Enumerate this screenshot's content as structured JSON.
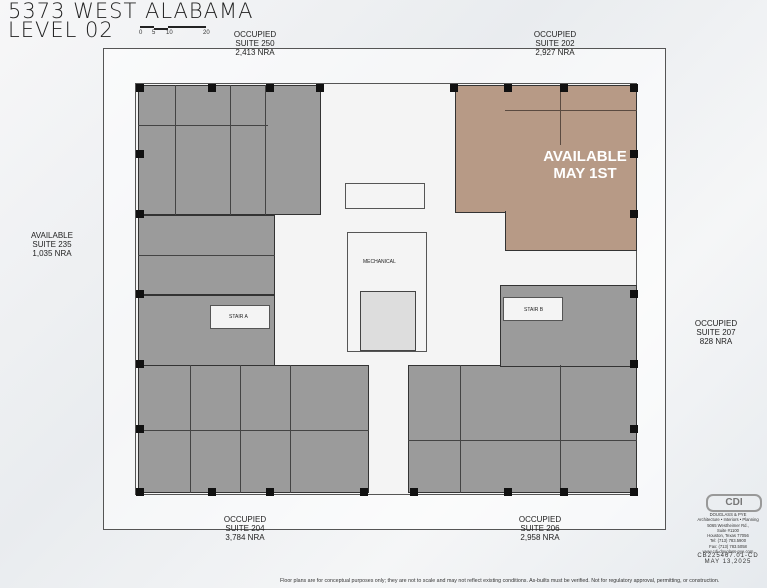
{
  "header": {
    "title_line1": "5373 WEST ALABAMA",
    "title_line2": "LEVEL 02"
  },
  "scale_bar": {
    "ticks": [
      "0",
      "5",
      "10",
      "20"
    ]
  },
  "suites": [
    {
      "status": "OCCUPIED",
      "suite": "SUITE 250",
      "area": "2,413 NRA"
    },
    {
      "status": "OCCUPIED",
      "suite": "SUITE 202",
      "area": "2,927 NRA"
    },
    {
      "status": "AVAILABLE",
      "suite": "SUITE 235",
      "area": "1,035 NRA"
    },
    {
      "status": "OCCUPIED",
      "suite": "SUITE 207",
      "area": "828 NRA"
    },
    {
      "status": "OCCUPIED",
      "suite": "SUITE 204",
      "area": "3,784 NRA"
    },
    {
      "status": "OCCUPIED",
      "suite": "SUITE 206",
      "area": "2,958 NRA"
    }
  ],
  "highlight": {
    "line1": "AVAILABLE",
    "line2": "MAY 1ST",
    "color": "#b79a86"
  },
  "rooms": {
    "mechanical": "MECHANICAL",
    "stair_a": "STAIR A",
    "stair_b": "STAIR B"
  },
  "colors": {
    "occupied": "#9b9b9b",
    "available": "#b79a86"
  },
  "architect": {
    "logo": "CDI",
    "logo_sub": "DOUGLASS & PYE",
    "tagline": "Architecture • Interiors • Planning",
    "address1": "5065 Westheimer Rd.,",
    "address2": "Suite #1100",
    "address3": "Houston, Texas 77056",
    "tel": "Tel: (713) 783.5900",
    "fax": "Fax: (713) 783.5058",
    "web": "www.cdi-douglass-pye.com",
    "project": "CB225467.01-CD",
    "date": "MAY 13,2025"
  },
  "disclaimer": "Floor plans are for conceptual purposes only; they are not to scale and may not reflect existing conditions. As-builts must be verified. Not for regulatory approval, permitting, or construction."
}
